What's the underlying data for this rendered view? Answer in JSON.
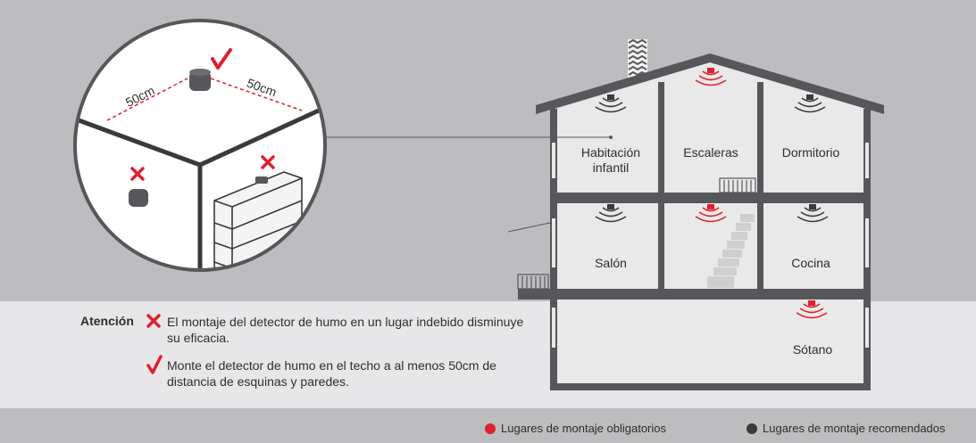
{
  "colors": {
    "background_gray": "#bdbdbf",
    "panel_light": "#e7e7e9",
    "footer_gray": "#bdbdbf",
    "house_wall": "#55575a",
    "mandatory_red": "#e0202e",
    "recommended_dark": "#3a3a3a"
  },
  "detail": {
    "distance_left": "50cm",
    "distance_right": "50cm"
  },
  "rooms": {
    "habitacion": "Habitación\ninfantil",
    "escaleras": "Escaleras",
    "dormitorio": "Dormitorio",
    "salon": "Salón",
    "cocina": "Cocina",
    "sotano": "Sótano"
  },
  "notice": {
    "heading": "Atención",
    "bad_text": "El montaje del detector de humo en un lugar indebido disminuye su eficacia.",
    "good_text": "Monte el detector de humo en el techo a al menos 50cm de distancia de esquinas y paredes."
  },
  "legend": {
    "mandatory": "Lugares de montaje obligatorios",
    "recommended": "Lugares de montaje recomendados"
  }
}
